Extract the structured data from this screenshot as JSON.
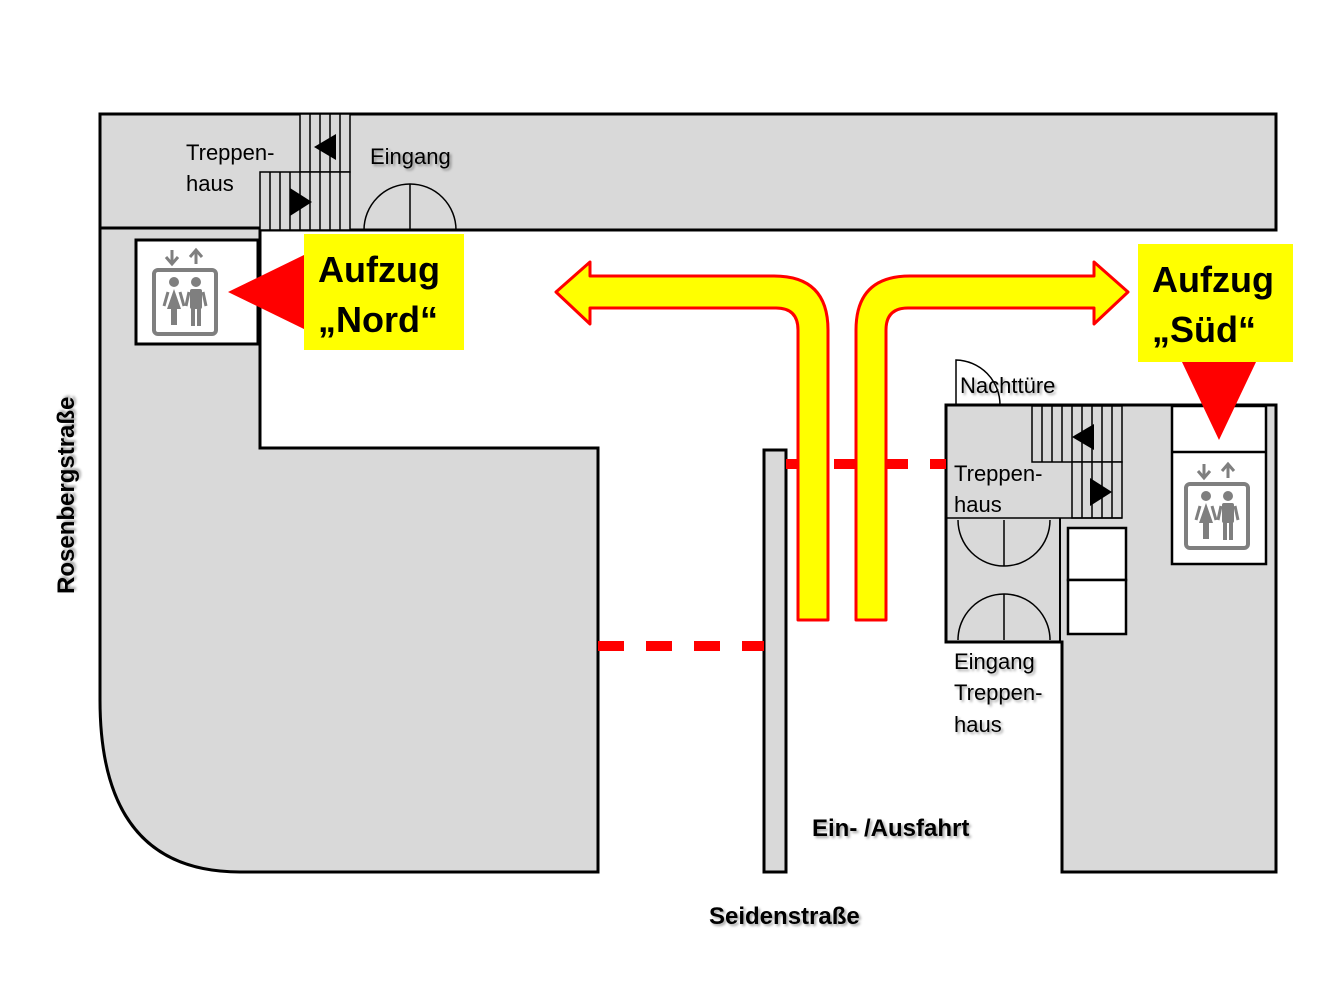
{
  "labels": {
    "treppenhaus_nord_1": "Treppen-",
    "treppenhaus_nord_2": "haus",
    "eingang_nord": "Eingang",
    "nachttuere": "Nachttüre",
    "treppenhaus_sued_1": "Treppen-",
    "treppenhaus_sued_2": "haus",
    "eingang_treppenhaus_1": "Eingang",
    "eingang_treppenhaus_2": "Treppen-",
    "eingang_treppenhaus_3": "haus",
    "einfahrt": "Ein- /Ausfahrt",
    "seidenstrasse": "Seidenstraße",
    "rosenbergstrasse": "Rosenbergstraße"
  },
  "elevators": {
    "nord_line1": "Aufzug",
    "nord_line2": "„Nord“",
    "sued_line1": "Aufzug",
    "sued_line2": "„Süd“"
  },
  "colors": {
    "building": "#d9d9d9",
    "outline": "#000000",
    "highlight_yellow": "#ffff00",
    "marker_red": "#ff0000",
    "elevator_icon": "#7f7f7f"
  },
  "icons": [
    "elevator-icon",
    "stairs-icon",
    "door-icon",
    "arrow-icon"
  ]
}
